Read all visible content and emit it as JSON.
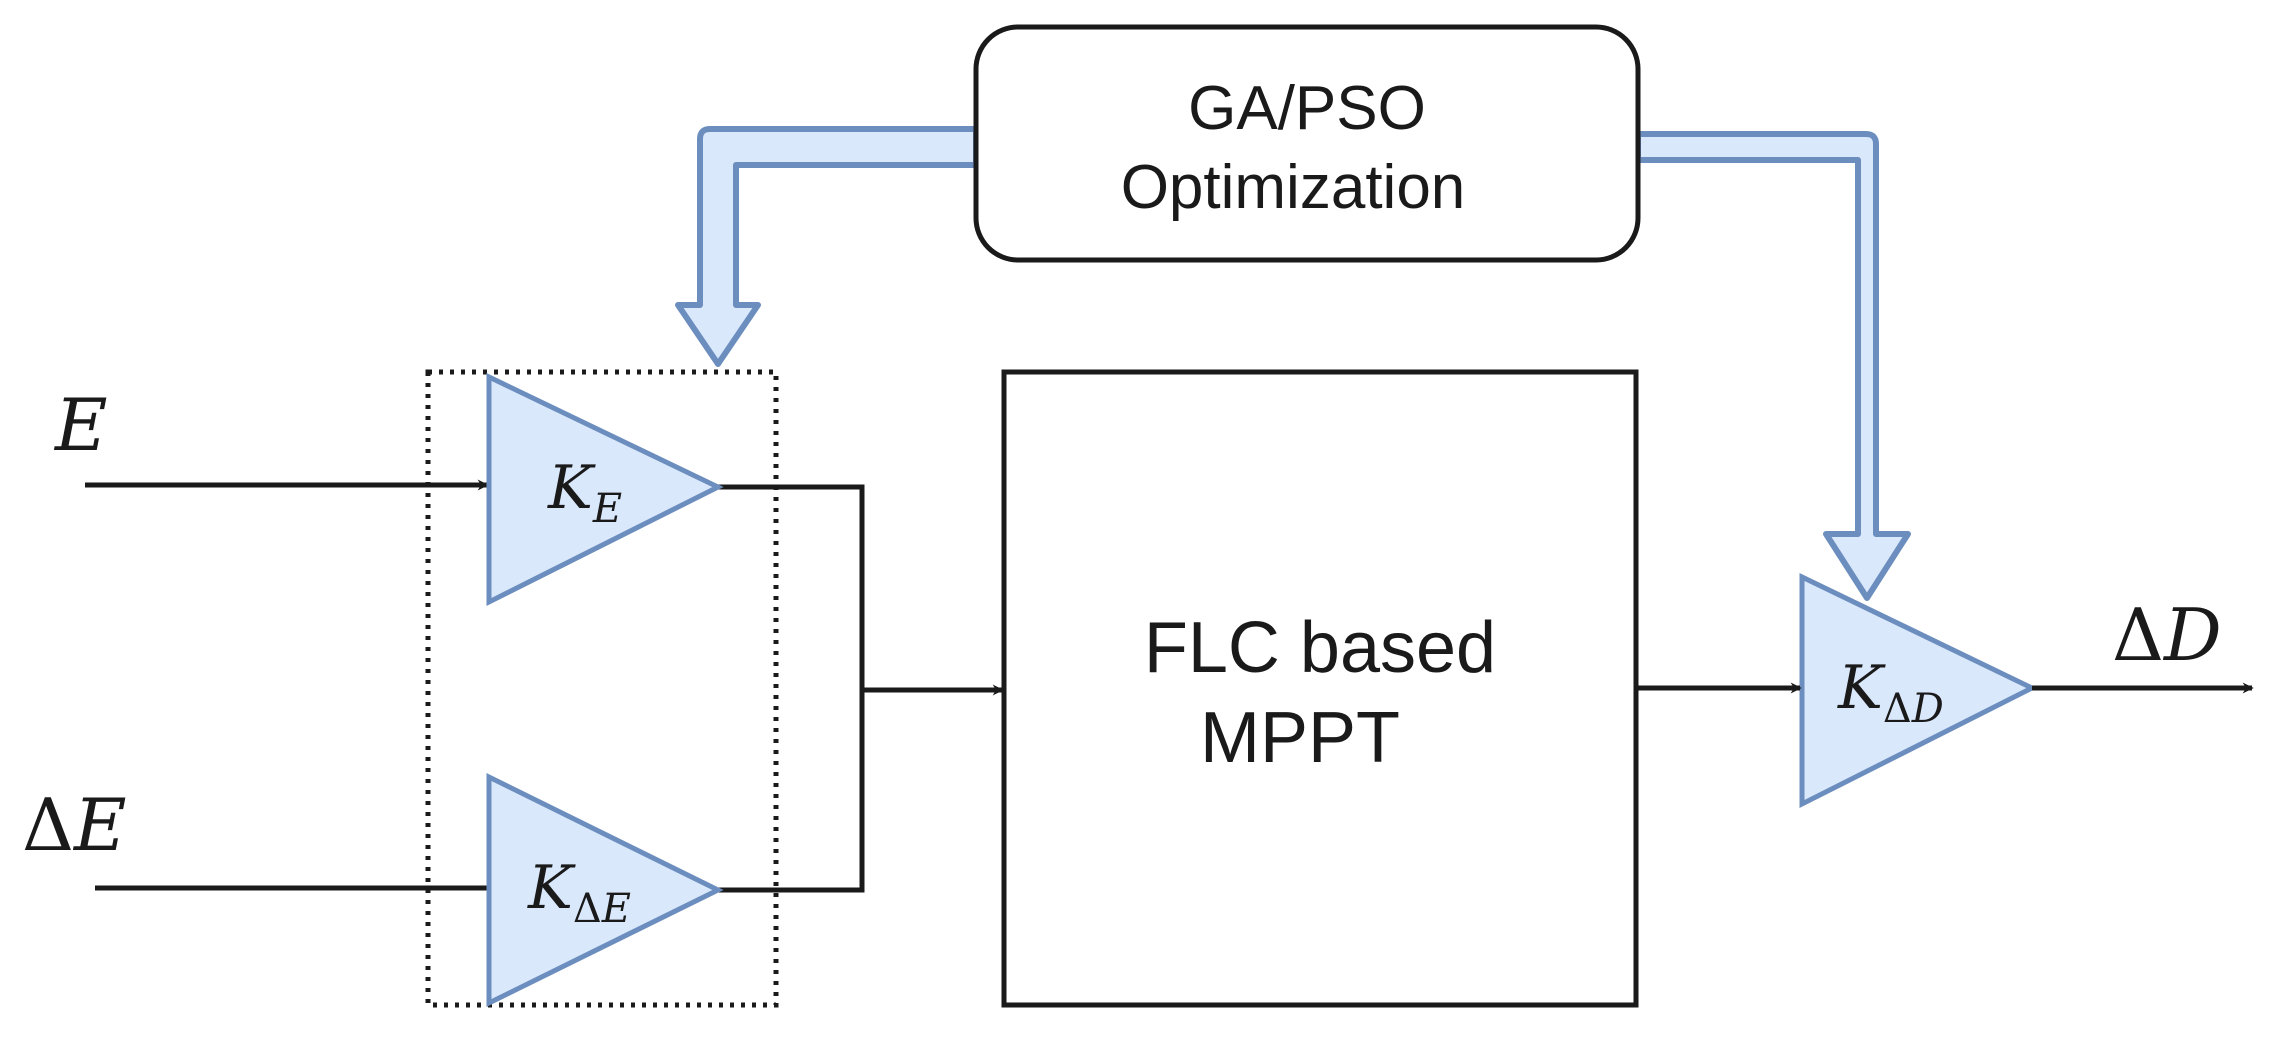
{
  "optimizer": {
    "line1": "GA/PSO",
    "line2": "Optimization"
  },
  "controller": {
    "line1": "FLC based",
    "line2": "MPPT"
  },
  "inputs": {
    "e": {
      "var": "E"
    },
    "de": {
      "delta": "Δ",
      "var": "E"
    }
  },
  "gains": {
    "ke": {
      "base": "K",
      "sub": "E"
    },
    "kde": {
      "base": "K",
      "sub_delta": "Δ",
      "sub": "E"
    },
    "kdd": {
      "base": "K",
      "sub_delta": "Δ",
      "sub": "D"
    }
  },
  "output": {
    "delta": "Δ",
    "var": "D"
  },
  "colors": {
    "gain_fill": "#dae8fc",
    "gain_stroke": "#6c8ebf",
    "line": "#1a1a1a"
  }
}
